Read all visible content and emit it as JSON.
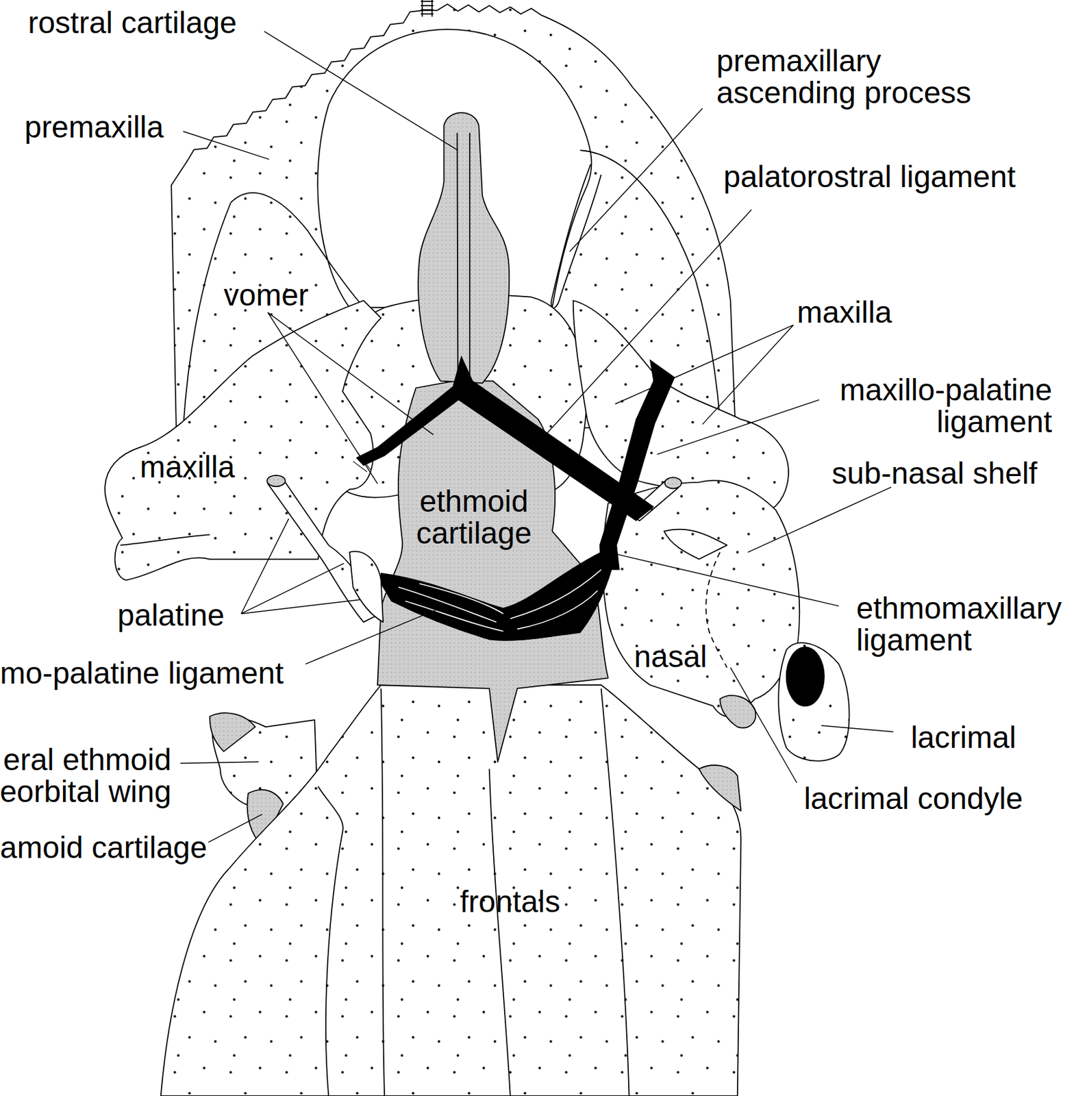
{
  "diagram": {
    "labels": [
      "rostral cartilage",
      "premaxillary ascending process",
      "premaxilla",
      "palatorostral ligament",
      "vomer",
      "maxilla",
      "maxillo-palatine ligament",
      "maxilla",
      "sub-nasal shelf",
      "ethmoid cartilage",
      "palatine",
      "ethmomaxillary ligament",
      "mo-palatine ligament",
      "nasal",
      "lacrimal",
      "eral ethmoid eorbital wing",
      "lacrimal condyle",
      "amoid cartilage",
      "frontals"
    ]
  }
}
